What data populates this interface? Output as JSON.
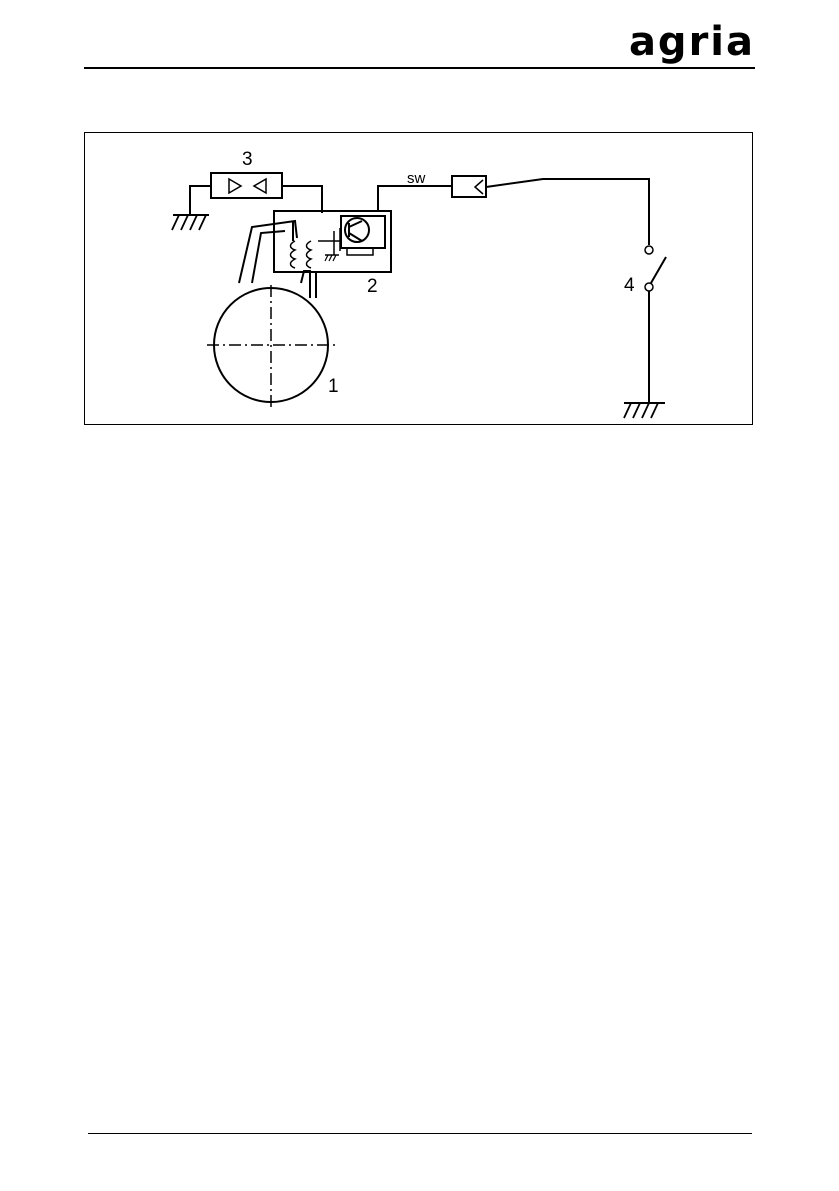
{
  "header": {
    "logo_text": "agria"
  },
  "diagram": {
    "labels": {
      "flywheel": "1",
      "ignition_module": "2",
      "spark_plug": "3",
      "kill_switch": "4",
      "stop_wire": "sw"
    }
  }
}
